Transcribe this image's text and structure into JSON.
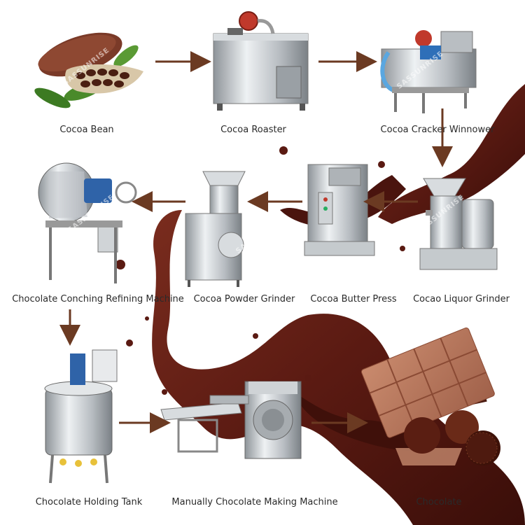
{
  "steps": [
    {
      "label": "Cocoa Bean"
    },
    {
      "label": "Cocoa Roaster"
    },
    {
      "label": "Cocoa Cracker Winnower"
    },
    {
      "label": "Cocao Liquor Grinder"
    },
    {
      "label": "Cocoa Butter Press"
    },
    {
      "label": "Cocoa Powder Grinder"
    },
    {
      "label": "Chocolate  Conching Refining Machine"
    },
    {
      "label": "Chocolate Holding Tank"
    },
    {
      "label": "Manually Chocolate Making Machine"
    },
    {
      "label": "Chocolate"
    }
  ],
  "watermark": "SASSUNRISE",
  "colors": {
    "chocolate": "#5a1a12",
    "arrow": "#6b3a22",
    "steel": "#c9cdd1"
  }
}
